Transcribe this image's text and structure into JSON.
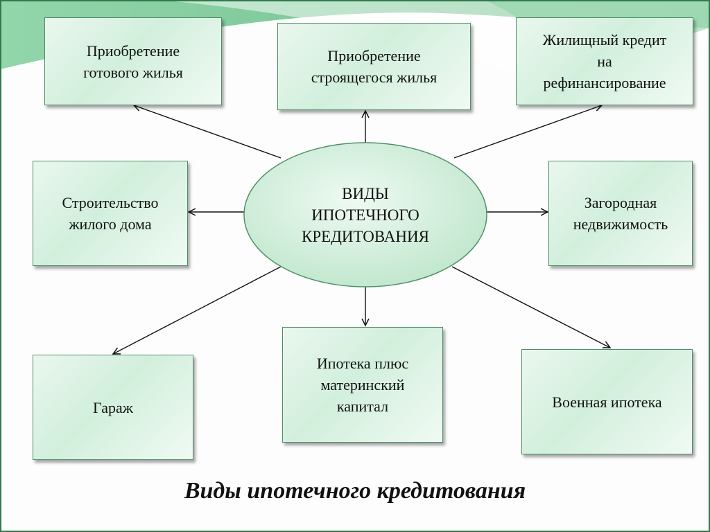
{
  "center": "ВИДЫ\nИПОТЕЧНОГО\nКРЕДИТОВАНИЯ",
  "boxes": [
    "Приобретение\nготового жилья",
    "Приобретение\nстроящегося жилья",
    "Жилищный кредит\nна\nрефинансирование",
    "Строительство\nжилого дома",
    "Загородная\nнедвижимость",
    "Гараж",
    "Ипотека плюс\nматеринский\nкапитал",
    "Военная ипотека"
  ],
  "title": "Виды ипотечного кредитования",
  "colors": {
    "accent": "#5cb27c",
    "box_border": "#4f8f66",
    "ellipse_fill": "#cdeed8"
  }
}
